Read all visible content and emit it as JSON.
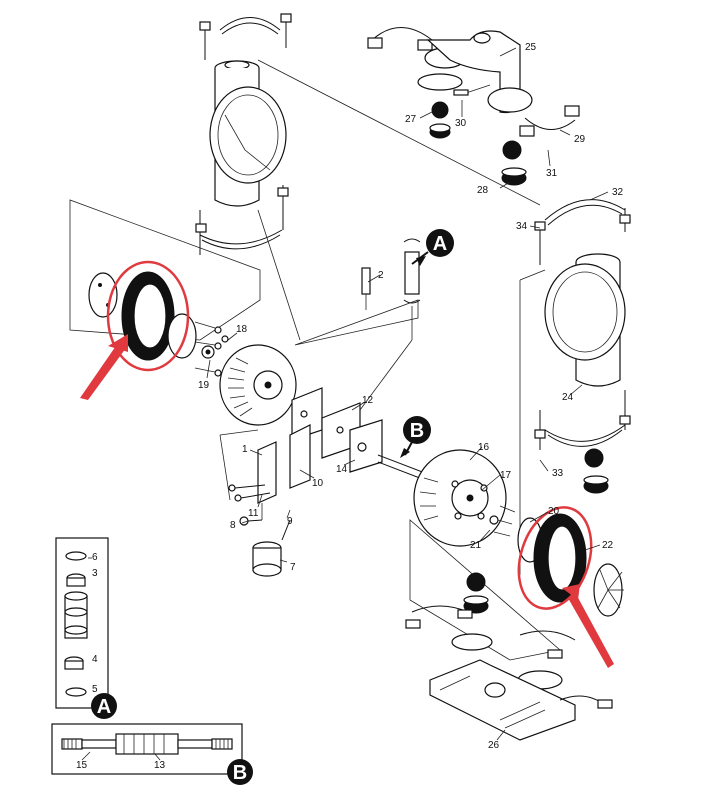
{
  "labels": {
    "l1": "1",
    "l2": "2",
    "l3": "3",
    "l4": "4",
    "l5": "5",
    "l6": "6",
    "l7": "7",
    "l8": "8",
    "l9": "9",
    "l10": "10",
    "l11": "11",
    "l12": "12",
    "l13": "13",
    "l14": "14",
    "l15": "15",
    "l16": "16",
    "l17": "17",
    "l18": "18",
    "l19": "19",
    "l20": "20",
    "l21": "21",
    "l22": "22",
    "l24": "24",
    "l25": "25",
    "l26": "26",
    "l27": "27",
    "l28": "28",
    "l29": "29",
    "l30": "30",
    "l31": "31",
    "l32": "32",
    "l33": "33",
    "l34": "34"
  },
  "callouts": {
    "a": "A",
    "b": "B",
    "a_inset": "A",
    "b_inset": "B"
  },
  "colors": {
    "highlight": "#e0393e",
    "callout_fill": "#111111",
    "line": "#111111"
  }
}
